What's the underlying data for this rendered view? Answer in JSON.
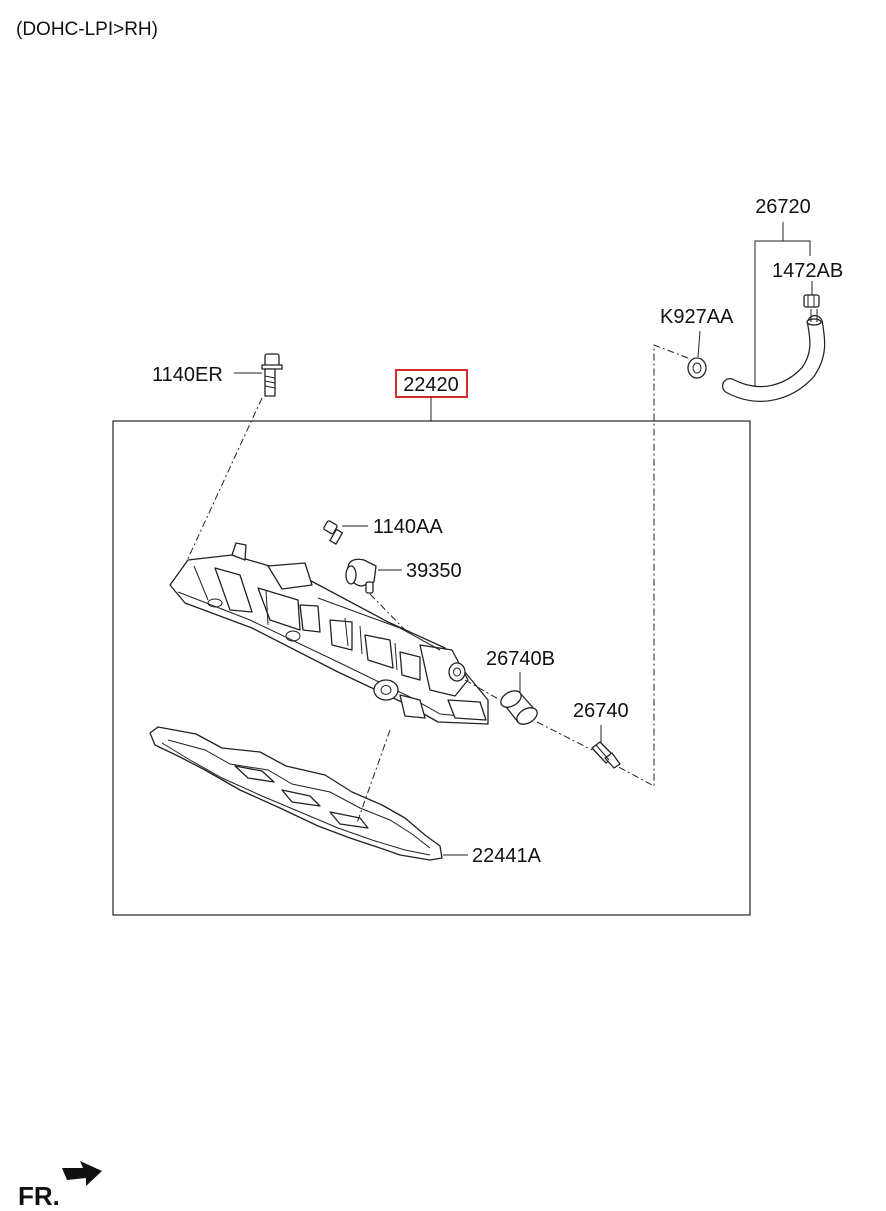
{
  "header": {
    "variant": "(DOHC-LPI>RH)"
  },
  "highlight_color": "#d42b2b",
  "parts": {
    "p26720": "26720",
    "p1472AB": "1472AB",
    "pK927AA": "K927AA",
    "p1140ER": "1140ER",
    "p22420": "22420",
    "p1140AA": "1140AA",
    "p39350": "39350",
    "p26740B": "26740B",
    "p26740": "26740",
    "p22441A": "22441A"
  },
  "direction": {
    "label": "FR.",
    "icon": "front-arrow-icon"
  }
}
